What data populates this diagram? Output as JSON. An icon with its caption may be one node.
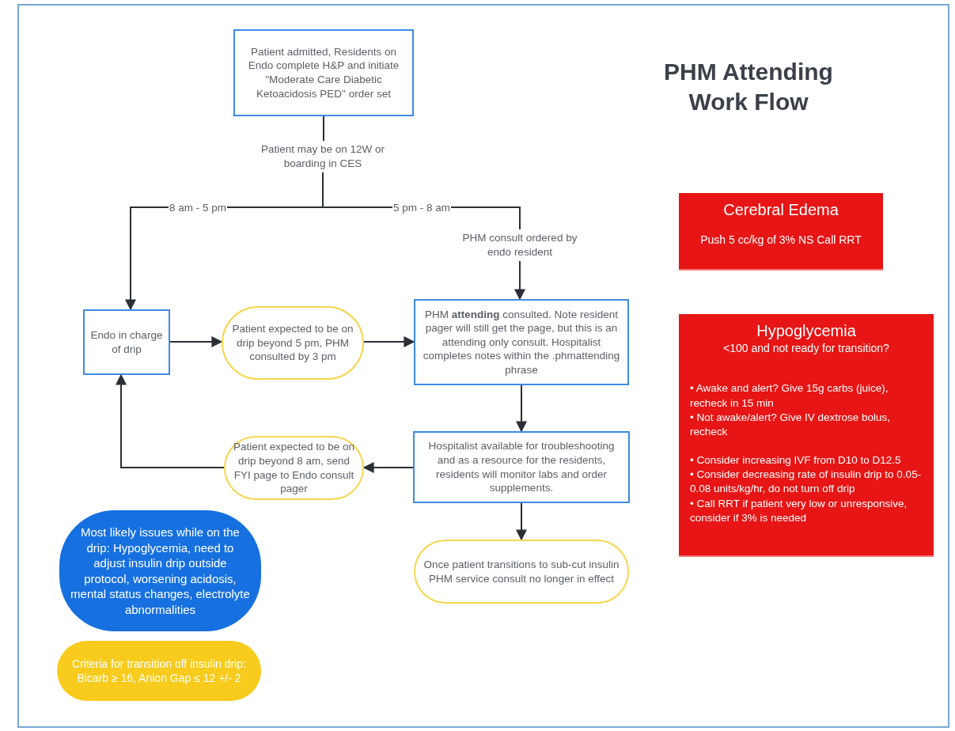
{
  "diagram": {
    "title": "PHM Attending Work Flow",
    "nodes": [
      {
        "text": [
          "Patient admitted, Residents on Endo complete H&P and initiate \"Moderate Care Diabetic Ketoacidosis PED\" order set"
        ]
      },
      {
        "text": [
          "Patient may be on 12W or boarding in CES"
        ]
      },
      {
        "text": [
          "PHM consult ordered by endo resident"
        ]
      },
      {
        "text": [
          "Endo in charge of drip"
        ]
      },
      {
        "text": [
          "Patient expected to be on drip beyond 5 pm, PHM consulted by 3 pm"
        ]
      },
      {
        "text": [
          "PHM **attending** consulted. Note resident pager will still get the page, but this is an attending only consult. Hospitalist completes notes within the .phmattending phrase"
        ]
      },
      {
        "text": [
          "Hospitalist available for troubleshooting and as a resource for the residents, residents will monitor labs and order supplements."
        ]
      },
      {
        "text": [
          "Patient expected to be on drip beyond 8 am, send FYI page to Endo consult pager"
        ]
      },
      {
        "text": [
          "Once patient transitions to sub-cut insulin PHM service consult no longer in effect"
        ]
      },
      {
        "text": [
          "Most likely issues while on the drip: Hypoglycemia, need to adjust insulin drip outside protocol, worsening acidosis, mental status changes, electrolyte abnormalities"
        ]
      },
      {
        "text": [
          "Criteria for transition off insulin drip: Bicarb ≥ 16, Anion Gap ≤ 12 +/- 2"
        ]
      },
      {
        "text": [
          "Cerebral Edema",
          "Push 5 cc/kg of 3% NS Call RRT"
        ]
      },
      {
        "text": [
          "Hypoglycemia",
          "<100 and not ready for transition?",
          "• Awake and alert? Give 15g carbs (juice), recheck in 15 min",
          "• Not awake/alert? Give IV dextrose bolus, recheck",
          "•  Consider increasing IVF from D10 to D12.5",
          "• Consider decreasing rate of insulin drip to 0.05-0.08 units/kg/hr, do not turn off drip",
          "• Call RRT if patient very low or unresponsive, consider if 3% is needed"
        ]
      }
    ],
    "edges": [
      {
        "from": 0,
        "to": 1,
        "arrow": "none"
      },
      {
        "from": 1,
        "to": 3,
        "arrow": "to",
        "label": "8 am - 5 pm"
      },
      {
        "from": 1,
        "to": 2,
        "arrow": "none",
        "label": "5 pm - 8 am"
      },
      {
        "from": 2,
        "to": 5,
        "arrow": "to"
      },
      {
        "from": 3,
        "to": 4,
        "arrow": "to"
      },
      {
        "from": 4,
        "to": 5,
        "arrow": "to"
      },
      {
        "from": 5,
        "to": 6,
        "arrow": "to"
      },
      {
        "from": 6,
        "to": 8,
        "arrow": "to"
      },
      {
        "from": 6,
        "to": 7,
        "arrow": "to"
      },
      {
        "from": 7,
        "to": 3,
        "arrow": "to"
      }
    ]
  }
}
